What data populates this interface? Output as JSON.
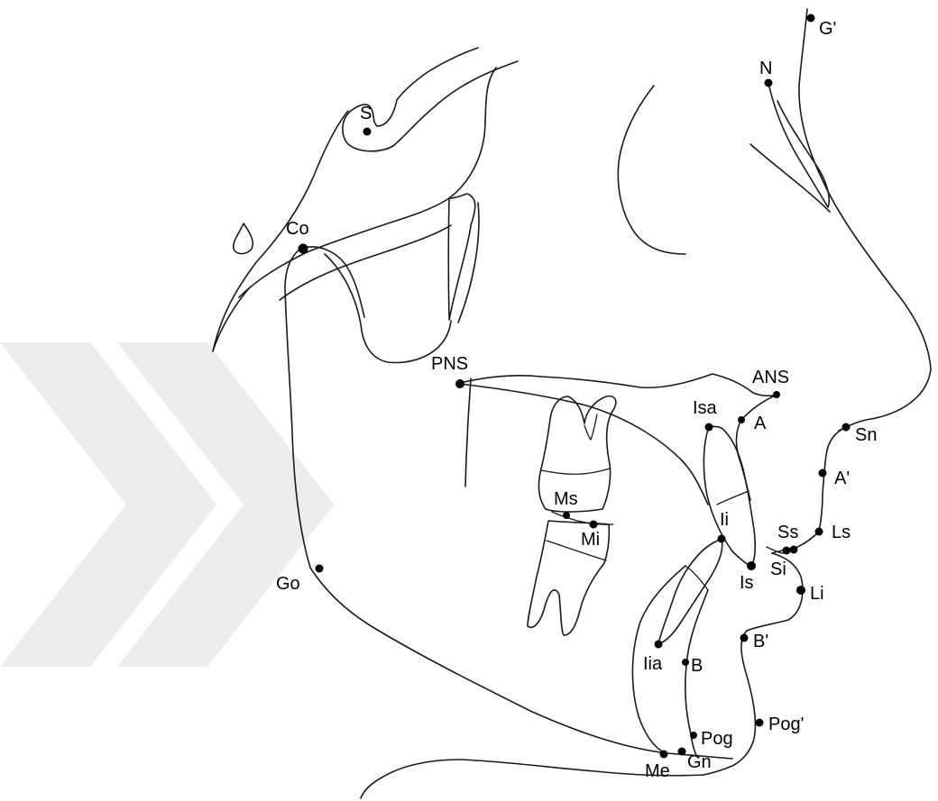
{
  "colors": {
    "line": "#1a1a1a",
    "point": "#000000",
    "background": "#ffffff",
    "watermark": "#ececec"
  },
  "landmarks": {
    "G_prime": "G'",
    "N": "N",
    "S": "S",
    "Co": "Co",
    "PNS": "PNS",
    "ANS": "ANS",
    "Isa": "Isa",
    "A": "A",
    "Sn": "Sn",
    "A_prime": "A'",
    "Ms": "Ms",
    "Mi": "Mi",
    "Ii": "Ii",
    "Ss": "Ss",
    "Ls": "Ls",
    "Si": "Si",
    "Is": "Is",
    "Li": "Li",
    "Go": "Go",
    "B_prime": "B'",
    "Iia": "Iia",
    "B": "B",
    "Pog_prime": "Pog'",
    "Pog": "Pog",
    "Me": "Me",
    "Gn": "Gn"
  }
}
